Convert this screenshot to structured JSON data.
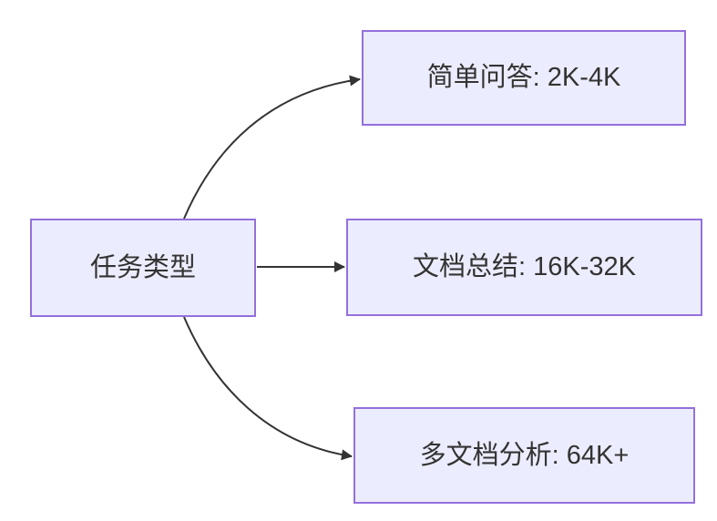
{
  "diagram": {
    "type": "flowchart",
    "direction": "left-to-right",
    "background_color": "#ffffff",
    "node_fill_color": "#ECECFF",
    "node_border_color": "#9370DB",
    "edge_color": "#333333",
    "text_color": "#333333",
    "nodes": {
      "root": {
        "label": "任务类型"
      },
      "simple_qa": {
        "label": "简单问答: 2K-4K"
      },
      "doc_summary": {
        "label": "文档总结: 16K-32K"
      },
      "multi_doc": {
        "label": "多文档分析: 64K+"
      }
    },
    "edges": [
      {
        "from": "任务类型",
        "to": "简单问答: 2K-4K"
      },
      {
        "from": "任务类型",
        "to": "文档总结: 16K-32K"
      },
      {
        "from": "任务类型",
        "to": "多文档分析: 64K+"
      }
    ]
  }
}
